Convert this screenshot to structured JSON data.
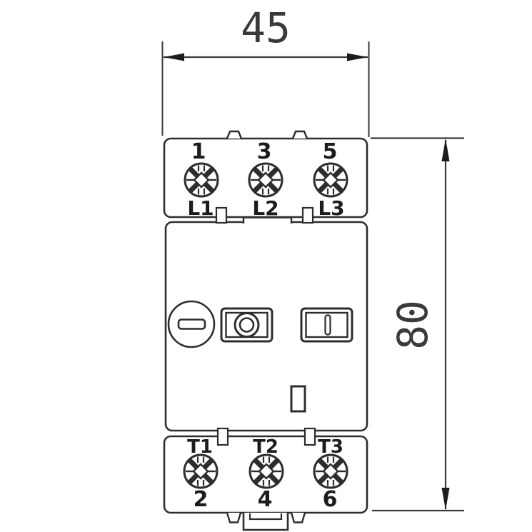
{
  "dimensions": {
    "width_mm": "45",
    "height_mm": "80"
  },
  "device": {
    "top_terminals": [
      {
        "pole": "1",
        "line": "L1"
      },
      {
        "pole": "3",
        "line": "L2"
      },
      {
        "pole": "5",
        "line": "L3"
      }
    ],
    "bottom_terminals": [
      {
        "line": "T1",
        "pole": "2"
      },
      {
        "line": "T2",
        "pole": "4"
      },
      {
        "line": "T3",
        "pole": "6"
      }
    ]
  },
  "colors": {
    "device_line": "#2d2d2d",
    "dimension_line": "#3a3a3a",
    "label_text": "#1c1c1c",
    "background": "#ffffff"
  }
}
